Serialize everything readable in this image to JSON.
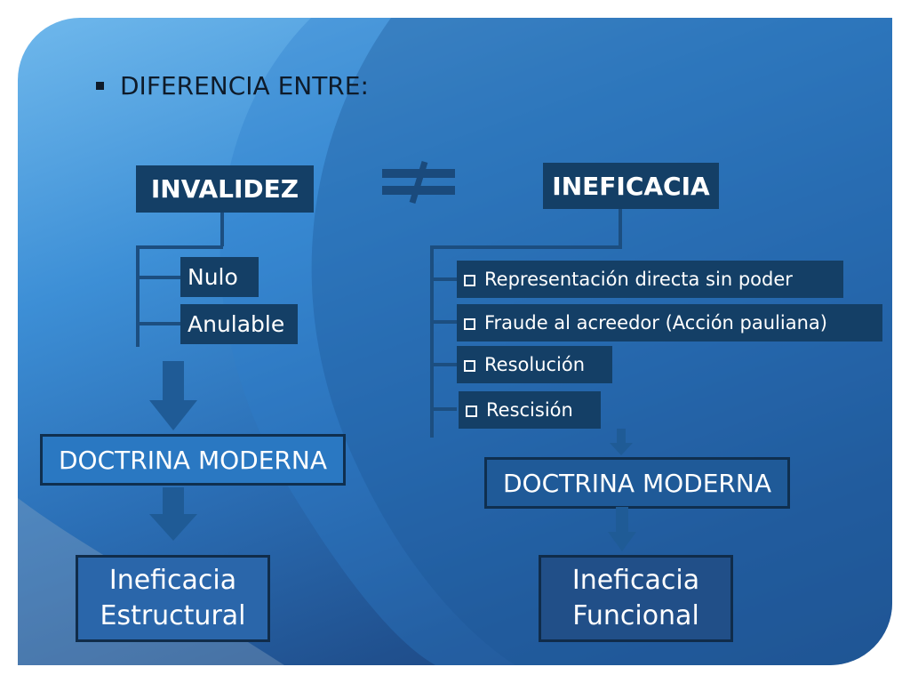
{
  "title": "DIFERENCIA ENTRE:",
  "left": {
    "heading": "INVALIDEZ",
    "items": [
      "Nulo",
      "Anulable"
    ],
    "doctrine": "DOCTRINA MODERNA",
    "result_line1": "Ineficacia",
    "result_line2": "Estructural"
  },
  "right": {
    "heading": "INEFICACIA",
    "items": [
      "Representación directa sin poder",
      "Fraude al acreedor (Acción pauliana)",
      "Resolución",
      "Rescisión"
    ],
    "doctrine": "DOCTRINA MODERNA",
    "result_line1": "Ineficacia",
    "result_line2": "Funcional"
  },
  "colors": {
    "box_fill": "#143f66",
    "accent_blue": "#2a78c2",
    "arrow": "#1f5b96"
  },
  "icons": [
    "bullet-icon",
    "not-equal-icon",
    "checkbox-icon",
    "down-arrow-icon"
  ]
}
